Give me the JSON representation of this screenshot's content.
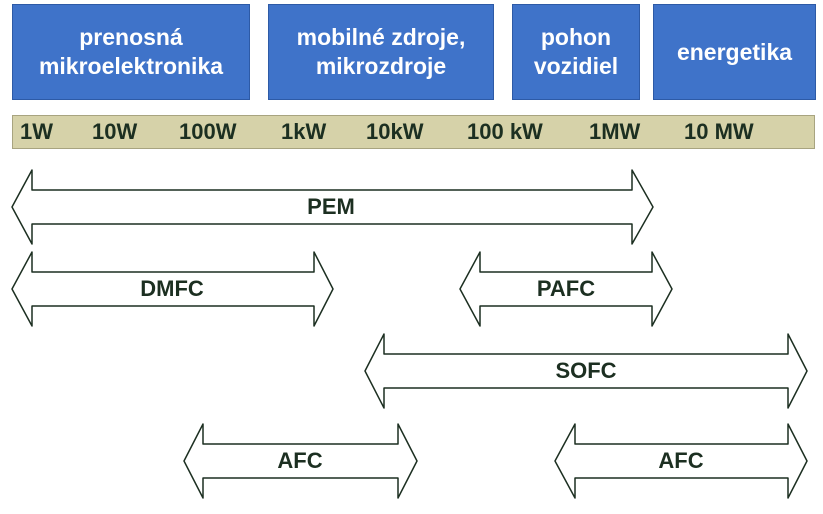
{
  "categories": [
    {
      "label": "prenosná\nmikroelektronika"
    },
    {
      "label": "mobilné zdroje,\nmikrozdroje"
    },
    {
      "label": "pohon\nvozidiel"
    },
    {
      "label": "energetika"
    }
  ],
  "scale": {
    "ticks": [
      "1W",
      "10W",
      "100W",
      "1kW",
      "10kW",
      "100 kW",
      "1MW",
      "10 MW"
    ]
  },
  "ranges": [
    {
      "label": "PEM"
    },
    {
      "label": "DMFC"
    },
    {
      "label": "PAFC"
    },
    {
      "label": "SOFC"
    },
    {
      "label": "AFC"
    },
    {
      "label": "AFC"
    }
  ],
  "colors": {
    "box_fill": "#3f73c9",
    "scale_fill": "#d6d2a9",
    "text_dark": "#1c2f21"
  }
}
